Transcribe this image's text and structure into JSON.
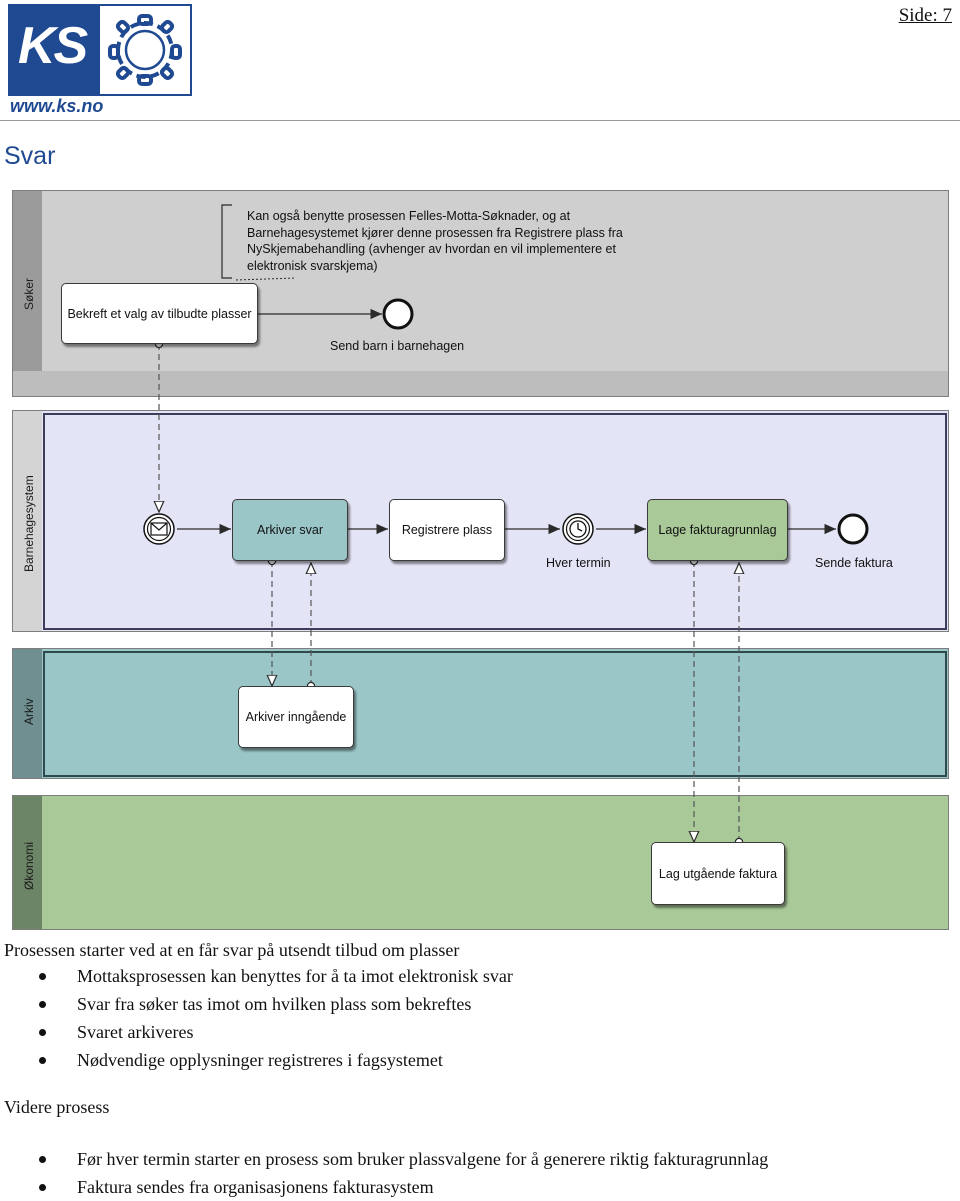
{
  "header": {
    "logo_text": "KS",
    "url": "www.ks.no",
    "page_label": "Side: 7"
  },
  "section_title": "Svar",
  "diagram": {
    "lanes": [
      {
        "label": "Søker"
      },
      {
        "label": "Barnehagesystem"
      },
      {
        "label": "Arkiv"
      },
      {
        "label": "Økonomi"
      }
    ],
    "annotation": "Kan også benytte prosessen Felles-Motta-Søknader, og at Barnehagesystemet kjører denne prosessen fra Registrere plass fra NySkjemabehandling (avhenger av hvordan en vil implementere et elektronisk svarskjema)",
    "annotation_lines": [
      "Kan også benytte prosessen Felles-Motta-Søknader, og at",
      "Barnehagesystemet kjører denne prosessen fra Registrere plass fra",
      "NySkjemabehandling (avhenger av hvordan en vil implementere et",
      "elektronisk svarskjema)"
    ],
    "tasks": {
      "bekreft": "Bekreft et valg av tilbudte plasser",
      "arkiver_svar": "Arkiver svar",
      "registrere_plass": "Registrere plass",
      "lage_fakturagrunnlag": "Lage fakturagrunnlag",
      "arkiver_inngaende": "Arkiver inngående",
      "lag_utgaende_faktura": "Lag utgående faktura"
    },
    "events": {
      "send_barn": "Send barn i barnehagen",
      "hver_termin": "Hver termin",
      "sende_faktura": "Sende faktura"
    },
    "colors": {
      "soker_lane": "#cfcfcf",
      "soker_label_col": "#9b9b9b",
      "barnehage_lane": "#e4e4f7",
      "barnehage_label_col": "#d4d4d4",
      "arkiv_lane": "#9ac6c8",
      "arkiv_label_col": "#6f8f91",
      "okonomi_lane": "#a9c998",
      "okonomi_label_col": "#6c8566"
    }
  },
  "intro_text": "Prosessen starter ved at en får svar på utsendt tilbud om plasser",
  "bullets_1": [
    "Mottaksprosessen kan benyttes for å ta imot elektronisk svar",
    "Svar fra søker tas imot om hvilken plass som bekreftes",
    "Svaret arkiveres",
    "Nødvendige opplysninger registreres i fagsystemet"
  ],
  "subheading": "Videre prosess",
  "bullets_2": [
    "Før hver termin starter en prosess som bruker plassvalgene for å generere riktig fakturagrunnlag",
    "Faktura sendes fra organisasjonens fakturasystem"
  ]
}
